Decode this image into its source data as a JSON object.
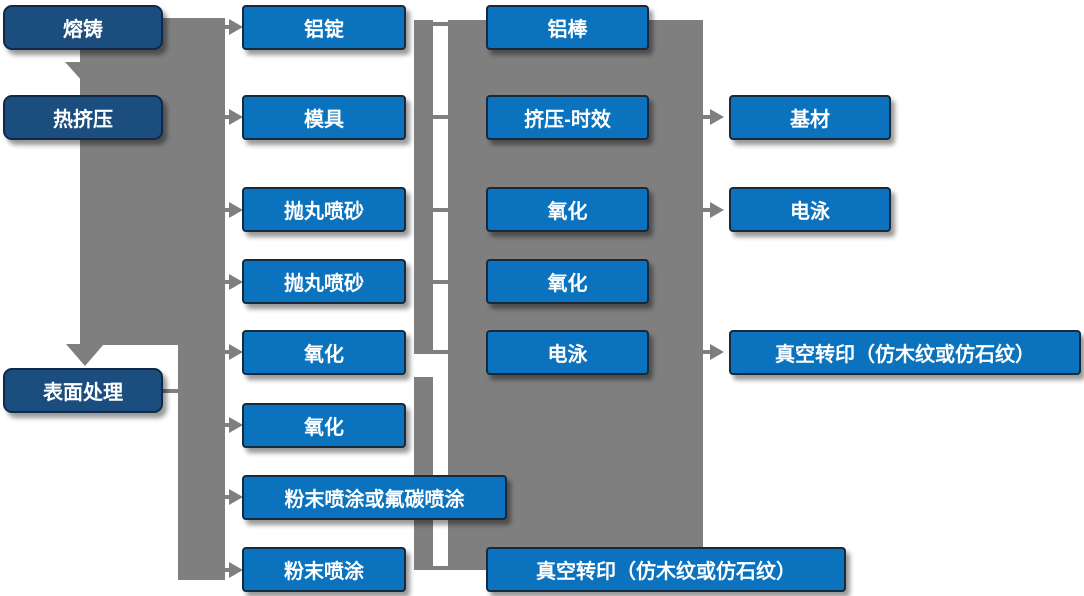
{
  "diagram_title": "",
  "colors": {
    "box_bright_blue": "#0b72bd",
    "box_dark_blue": "#1b4e7e",
    "connector_gray": "#7f7f7f",
    "text": "#ffffff",
    "background": "#ffffff"
  },
  "nodes": {
    "col1": [
      {
        "label": "熔铸"
      },
      {
        "label": "热挤压"
      },
      {
        "label": "表面处理"
      }
    ],
    "col2": [
      {
        "label": "铝锭"
      },
      {
        "label": "模具"
      },
      {
        "label": "抛丸喷砂"
      },
      {
        "label": "抛丸喷砂"
      },
      {
        "label": "氧化"
      },
      {
        "label": "氧化"
      },
      {
        "label": "粉末喷涂或氟碳喷涂"
      },
      {
        "label": "粉末喷涂"
      }
    ],
    "col3": [
      {
        "label": "铝棒"
      },
      {
        "label": "挤压-时效"
      },
      {
        "label": "氧化"
      },
      {
        "label": "氧化"
      },
      {
        "label": "电泳"
      },
      {
        "label": "真空转印（仿木纹或仿石纹）"
      }
    ],
    "col4": [
      {
        "label": "基材"
      },
      {
        "label": "电泳"
      },
      {
        "label": "真空转印（仿木纹或仿石纹）"
      }
    ]
  },
  "edges": [
    {
      "from": "熔铸",
      "to": "热挤压"
    },
    {
      "from": "熔铸/热挤压",
      "to": "铝锭"
    },
    {
      "from": "熔铸/热挤压",
      "to": "模具"
    },
    {
      "from": "熔铸/热挤压",
      "to": "抛丸喷砂(1)"
    },
    {
      "from": "熔铸/热挤压",
      "to": "抛丸喷砂(2)"
    },
    {
      "from": "熔铸/热挤压",
      "to": "氧化(1)"
    },
    {
      "from": "熔铸/热挤压",
      "to": "表面处理"
    },
    {
      "from": "表面处理",
      "to": "氧化(2)"
    },
    {
      "from": "表面处理",
      "to": "粉末喷涂或氟碳喷涂"
    },
    {
      "from": "表面处理",
      "to": "粉末喷涂"
    },
    {
      "from": "铝锭",
      "to": "铝棒"
    },
    {
      "from": "模具",
      "to": "挤压-时效"
    },
    {
      "from": "抛丸喷砂(1)",
      "to": "氧化(第三列1)"
    },
    {
      "from": "抛丸喷砂(2)",
      "to": "氧化(第三列2)"
    },
    {
      "from": "氧化(1)",
      "to": "电泳(第三列)"
    },
    {
      "from": "粉末喷涂",
      "to": "真空转印（仿木纹或仿石纹）(第三列)"
    },
    {
      "from": "挤压-时效",
      "to": "基材"
    },
    {
      "from": "氧化(第三列1)",
      "to": "电泳(第四列)"
    },
    {
      "from": "电泳(第三列)",
      "to": "真空转印（仿木纹或仿石纹）(第四列)"
    }
  ]
}
